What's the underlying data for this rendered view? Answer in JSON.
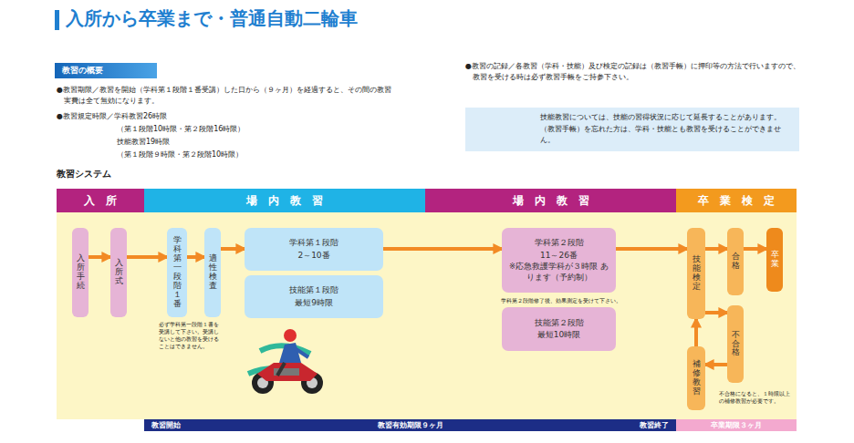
{
  "diagram": {
    "title": "入所から卒業まで・普通自動二輪車",
    "nodes": [
      {
        "text": [
          "教習の概要"
        ]
      },
      {
        "text": [
          "技能教習については、技能の習得状況に応じて延長することがあります。（教習手帳）を忘れた方は、学科・技能とも教習を受けることができません。"
        ]
      },
      {
        "text": [
          "入　所"
        ]
      },
      {
        "text": [
          "場　内　教　習"
        ]
      },
      {
        "text": [
          "場　内　教　習"
        ]
      },
      {
        "text": [
          "卒　業　検　定"
        ]
      },
      {
        "text": [
          "入所手続"
        ]
      },
      {
        "text": [
          "入所式"
        ]
      },
      {
        "text": [
          "学科第一段階１番"
        ]
      },
      {
        "text": [
          "適性検査"
        ]
      },
      {
        "text": [
          "学科第１段階",
          "2～10番"
        ]
      },
      {
        "text": [
          "技能第１段階",
          "最短9時限"
        ]
      },
      {
        "text": [
          "学科第２段階",
          "11～26番",
          "※応急救護学科が３時限 あります（予約制）"
        ]
      },
      {
        "text": [
          "技能第２段階",
          "最短10時限"
        ]
      },
      {
        "text": [
          "技能検定"
        ]
      },
      {
        "text": [
          "合格"
        ]
      },
      {
        "text": [
          "卒業"
        ]
      },
      {
        "text": [
          "不合格"
        ]
      },
      {
        "text": [
          "補修教習"
        ]
      },
      {
        "text": [
          "教習開始",
          "教習有効期限９ヶ月",
          "教習終了"
        ]
      },
      {
        "text": [
          "卒業期限３ヶ月"
        ]
      }
    ],
    "edges": [
      {
        "from": 6,
        "to": 7,
        "arrow": "to"
      },
      {
        "from": 7,
        "to": 8,
        "arrow": "to"
      },
      {
        "from": 8,
        "to": 9,
        "arrow": "to"
      },
      {
        "from": 9,
        "to": 10,
        "arrow": "to"
      },
      {
        "from": 10,
        "to": 12,
        "arrow": "to"
      },
      {
        "from": 12,
        "to": 14,
        "arrow": "to"
      },
      {
        "from": 14,
        "to": 15,
        "arrow": "to"
      },
      {
        "from": 15,
        "to": 16,
        "arrow": "to"
      },
      {
        "from": 14,
        "to": 17,
        "arrow": "to"
      },
      {
        "from": 17,
        "to": 18,
        "arrow": "to"
      },
      {
        "from": 18,
        "to": 14,
        "arrow": "to"
      }
    ],
    "labels": [
      "●教習期限／教習を開始（学科第１段階１番受講）した日から（９ヶ月）を経過すると、その間の教習実費は全て無効になります。",
      "●教習規定時限／学科教習26時限",
      "（第１段階10時限・第２段階16時限）",
      "技能教習19時限",
      "（第１段階９時限・第２段階10時限）",
      "●教習の記録／各教習（学科・技能）及び検定の記録は（教習手帳）に押印等の方法で行いますので、教習を受ける時は必ず教習手帳をご持参下さい。",
      "教習システム",
      "必ず学科第一段階１番を受講して下さい。受講しないと他の教習を受けることはできません。",
      "学科第２段階修了後、効果測定を受けて下さい。",
      "不合格になると、１時限以上の補修教習が必要です。"
    ]
  }
}
